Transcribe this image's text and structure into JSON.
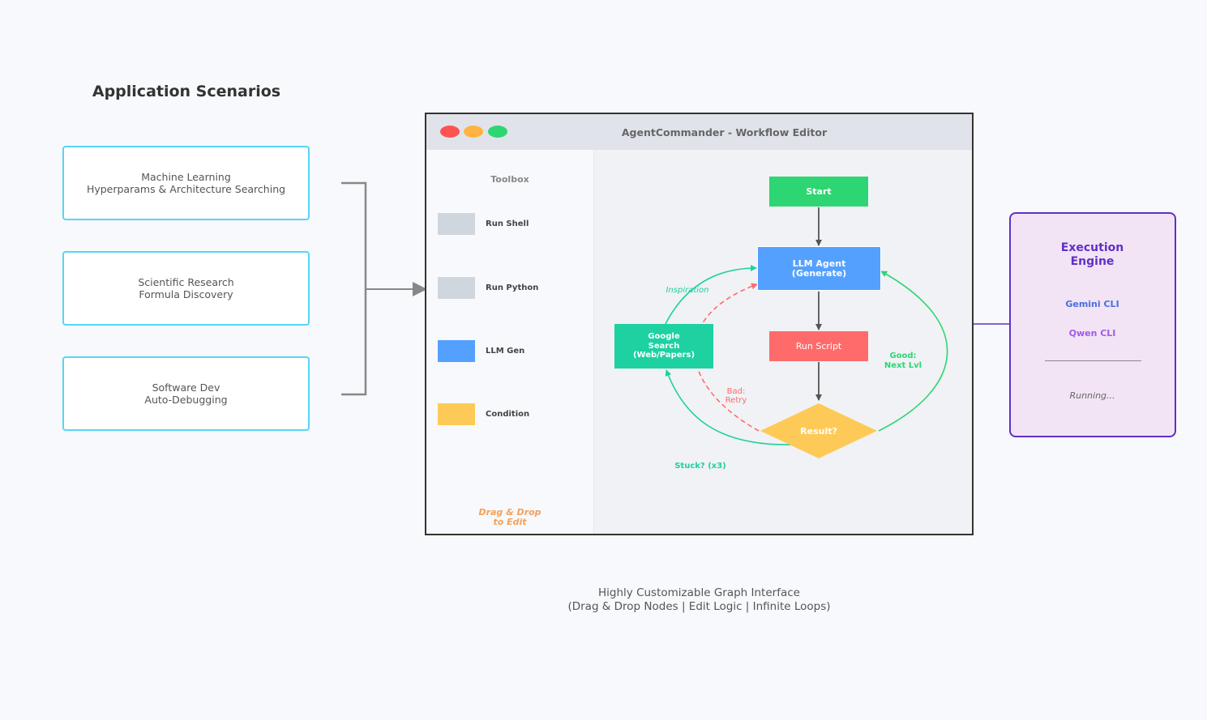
{
  "section_title": "Application Scenarios",
  "scenarios": [
    {
      "line1": "Machine Learning",
      "line2": "Hyperparams & Architecture Searching"
    },
    {
      "line1": "Scientific Research",
      "line2": "Formula Discovery"
    },
    {
      "line1": "Software Dev",
      "line2": "Auto-Debugging"
    }
  ],
  "editor": {
    "window_title": "AgentCommander - Workflow Editor",
    "toolbox": {
      "title": "Toolbox",
      "items": [
        {
          "label": "Run Shell",
          "color": "#d0d6de"
        },
        {
          "label": "Run Python",
          "color": "#d0d6de"
        },
        {
          "label": "LLM Gen",
          "color": "#54a0ff"
        },
        {
          "label": "Condition",
          "color": "#feca57"
        }
      ],
      "hint_line1": "Drag & Drop",
      "hint_line2": "to Edit"
    },
    "graph": {
      "start": "Start",
      "llm_agent_line1": "LLM Agent",
      "llm_agent_line2": "(Generate)",
      "run_script": "Run Script",
      "result": "Result?",
      "google_line1": "Google",
      "google_line2": "Search",
      "google_line3": "(Web/Papers)",
      "label_inspiration": "Inspiration",
      "label_bad_line1": "Bad:",
      "label_bad_line2": "Retry",
      "label_good_line1": "Good:",
      "label_good_line2": "Next Lvl",
      "label_stuck": "Stuck? (x3)"
    }
  },
  "engine": {
    "title_line1": "Execution",
    "title_line2": "Engine",
    "item1": "Gemini CLI",
    "item2": "Qwen CLI",
    "status": "Running..."
  },
  "caption": {
    "line1": "Highly Customizable Graph Interface",
    "line2": "(Drag & Drop Nodes | Edit Logic | Infinite Loops)"
  },
  "colors": {
    "scenario_border": "#56d6f6",
    "start": "#2ed573",
    "llm_agent": "#54a0ff",
    "run_script": "#ff6b6b",
    "result": "#feca57",
    "google": "#1dd1a1",
    "engine_border": "#6030c8",
    "loop_green": "#2ed573",
    "retry_red": "#ff6b6b"
  }
}
